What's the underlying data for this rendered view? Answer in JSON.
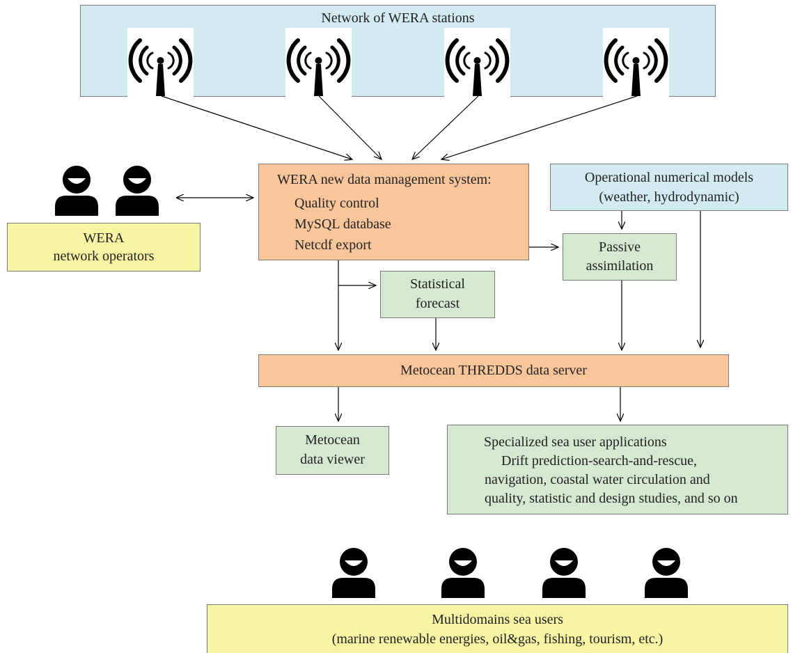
{
  "stations": {
    "title": "Network of WERA stations",
    "antenna_icon": "radio-tower-icon",
    "count": 4
  },
  "dms": {
    "title": "WERA new data management system:",
    "items": [
      "Quality control",
      "MySQL database",
      "Netcdf export"
    ]
  },
  "operators": {
    "line1": "WERA",
    "line2": "network operators",
    "icon": "person-icon"
  },
  "models": {
    "line1": "Operational numerical models",
    "line2": "(weather, hydrodynamic)"
  },
  "passive": {
    "line1": "Passive",
    "line2": "assimilation"
  },
  "stat": {
    "line1": "Statistical",
    "line2": "forecast"
  },
  "thredds": {
    "label": "Metocean THREDDS data server"
  },
  "viewer": {
    "line1": "Metocean",
    "line2": "data viewer"
  },
  "apps": {
    "title": "Specialized sea user applications",
    "lines": [
      "Drift prediction-search-and-rescue,",
      "navigation, coastal water circulation and",
      "quality, statistic and design studies, and so on"
    ]
  },
  "users": {
    "line1": "Multidomains sea users",
    "line2": "(marine renewable energies, oil&gas, fishing, tourism, etc.)",
    "icon": "person-icon"
  },
  "colors": {
    "blue": "#d2ebf0",
    "orange": "#f9c69b",
    "green": "#d5e8d0",
    "yellow": "#f7f4a4"
  }
}
